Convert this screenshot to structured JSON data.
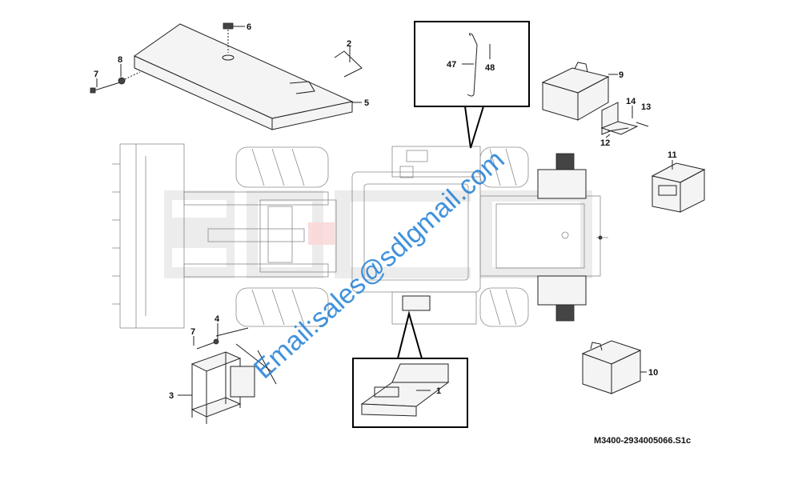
{
  "callouts": {
    "c1": "1",
    "c2": "2",
    "c3": "3",
    "c4": "4",
    "c5": "5",
    "c6": "6",
    "c7a": "7",
    "c7b": "7",
    "c8": "8",
    "c9": "9",
    "c10": "10",
    "c11": "11",
    "c12": "12",
    "c13": "13",
    "c14": "14",
    "c47": "47",
    "c48": "48"
  },
  "watermark": {
    "email": "Email:sales@sdlgmail.com"
  },
  "drawing_id": "M3400-2934005066.S1c",
  "colors": {
    "line": "#222222",
    "watermark_text": "#1f7fd6",
    "watermark_logo": "#b0b0b0",
    "logo_accent": "#e03030"
  }
}
